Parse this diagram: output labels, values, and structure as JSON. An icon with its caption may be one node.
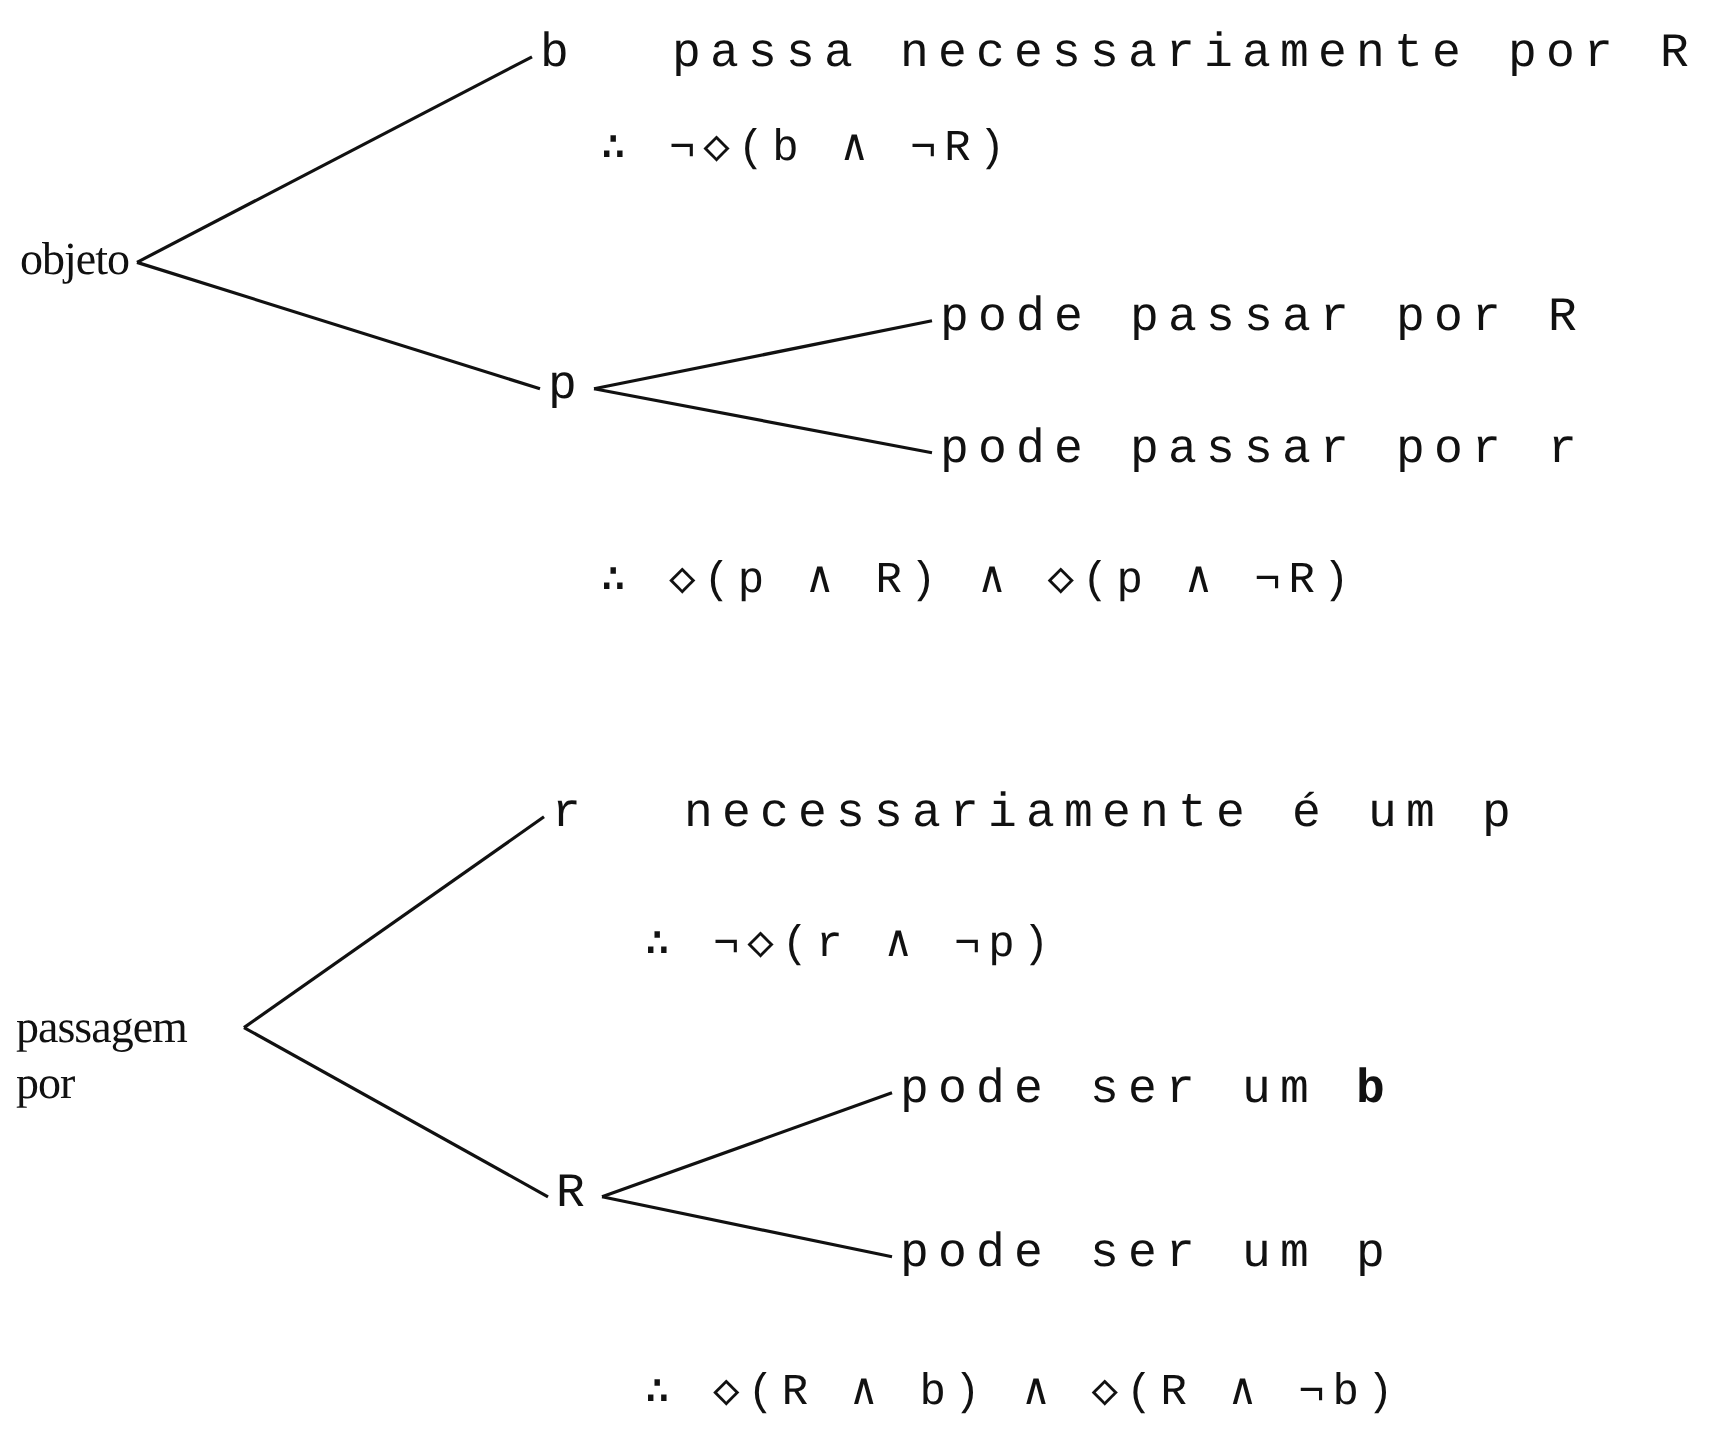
{
  "diagram": {
    "nodes": [
      {
        "text": [
          "objeto"
        ]
      },
      {
        "text": [
          "b"
        ],
        "beside": [
          "passa necessariamente por R"
        ]
      },
      {
        "text": [
          "p"
        ]
      },
      {
        "text": [
          "pode passar por R"
        ]
      },
      {
        "text": [
          "pode passar por r"
        ]
      },
      {
        "text": [
          "passagem por"
        ]
      },
      {
        "text": [
          "r"
        ],
        "beside": [
          "necessariamente é um p"
        ]
      },
      {
        "text": [
          "R"
        ]
      },
      {
        "text": [
          "pode ser um **b**"
        ]
      },
      {
        "text": [
          "pode ser um p"
        ]
      }
    ],
    "edges": [
      {
        "from": 0,
        "to": 1,
        "arrow": "none"
      },
      {
        "from": 0,
        "to": 2,
        "arrow": "none"
      },
      {
        "from": 2,
        "to": 3,
        "arrow": "none"
      },
      {
        "from": 2,
        "to": 4,
        "arrow": "none"
      },
      {
        "from": 5,
        "to": 6,
        "arrow": "none"
      },
      {
        "from": 5,
        "to": 7,
        "arrow": "none"
      },
      {
        "from": 7,
        "to": 8,
        "arrow": "none"
      },
      {
        "from": 7,
        "to": 9,
        "arrow": "none"
      }
    ],
    "labels": [
      "∴ ¬◇(b ∧ ¬R)",
      "∴ ◇(p ∧ R) ∧ ◇(p ∧ ¬R)",
      "∴ ¬◇(r ∧ ¬p)",
      "∴ ◇(R ∧ b) ∧ ◇(R ∧ ¬b)"
    ]
  }
}
